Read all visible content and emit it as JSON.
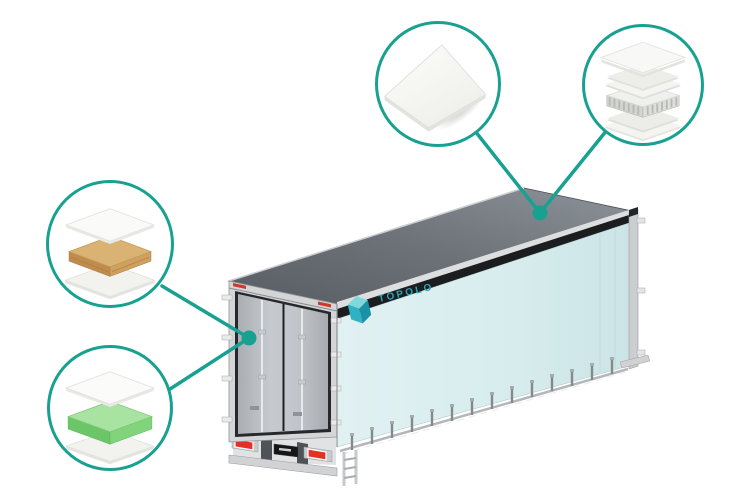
{
  "brand": {
    "logo_text": "TOPOLO"
  },
  "colors": {
    "accent_teal": "#18A191",
    "logo_teal": "#2BA6B6",
    "curtain_side": "#D8EDEE",
    "roof_gray": "#6E737A",
    "stripe_black": "#1B1D1F",
    "door_gray": "#BFC3C7",
    "frame_silver": "#D3D5D7",
    "taillight_red": "#E23125",
    "plywood_core": "#D2A368",
    "foam_core_green": "#82D47C"
  },
  "callouts": [
    {
      "id": "flat",
      "icon": "flat-composite-panel-icon",
      "points_to": "trailer-roof"
    },
    {
      "id": "honeycomb",
      "icon": "honeycomb-sandwich-panel-icon",
      "points_to": "trailer-roof"
    },
    {
      "id": "plywood",
      "icon": "plywood-core-sandwich-panel-icon",
      "points_to": "trailer-rear-doors"
    },
    {
      "id": "foam",
      "icon": "foam-core-sandwich-panel-icon",
      "points_to": "trailer-rear-doors"
    }
  ]
}
